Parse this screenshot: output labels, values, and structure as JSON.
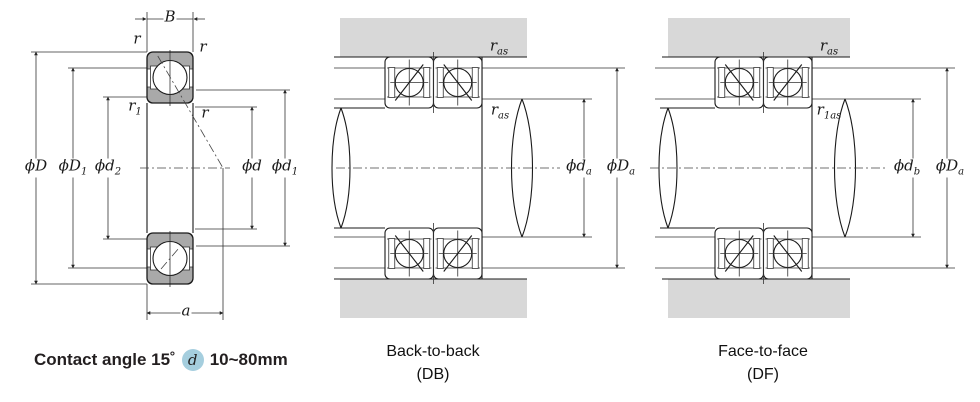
{
  "left": {
    "b_label": {
      "base": "B",
      "sub": ""
    },
    "r_top_left": {
      "base": "r",
      "sub": ""
    },
    "r_top_right": {
      "base": "r",
      "sub": ""
    },
    "r1": {
      "base": "r",
      "sub": "1"
    },
    "r_mid": {
      "base": "r",
      "sub": ""
    },
    "phi_D": {
      "base": "ϕD",
      "sub": ""
    },
    "phi_D1": {
      "base": "ϕD",
      "sub": "1"
    },
    "phi_d2": {
      "base": "ϕd",
      "sub": "2"
    },
    "phi_d": {
      "base": "ϕd",
      "sub": ""
    },
    "phi_d1": {
      "base": "ϕd",
      "sub": "1"
    },
    "a_label": {
      "base": "a",
      "sub": ""
    }
  },
  "db": {
    "caption_line1": "Back-to-back",
    "caption_line2": "(DB)",
    "r_as_top": {
      "base": "r",
      "sub": "as"
    },
    "r_as_bottom": {
      "base": "r",
      "sub": "as"
    },
    "phi_da": {
      "base": "ϕd",
      "sub": "a"
    },
    "phi_Da": {
      "base": "ϕD",
      "sub": "a"
    }
  },
  "df": {
    "caption_line1": "Face-to-face",
    "caption_line2": "(DF)",
    "r_as_top": {
      "base": "r",
      "sub": "as"
    },
    "r_1as": {
      "base": "r",
      "sub": "1as"
    },
    "phi_db": {
      "base": "ϕd",
      "sub": "b"
    },
    "phi_Da": {
      "base": "ϕD",
      "sub": "a"
    }
  },
  "footer": {
    "text_before": "Contact angle 15˚",
    "badge": "d",
    "text_after": "10~80mm"
  },
  "colors": {
    "ring_gray": "#a9a9a9",
    "housing_gray": "#d8d8d8",
    "line": "#1a1a1a",
    "badge_blue": "#a5cede",
    "text": "#231f20"
  }
}
